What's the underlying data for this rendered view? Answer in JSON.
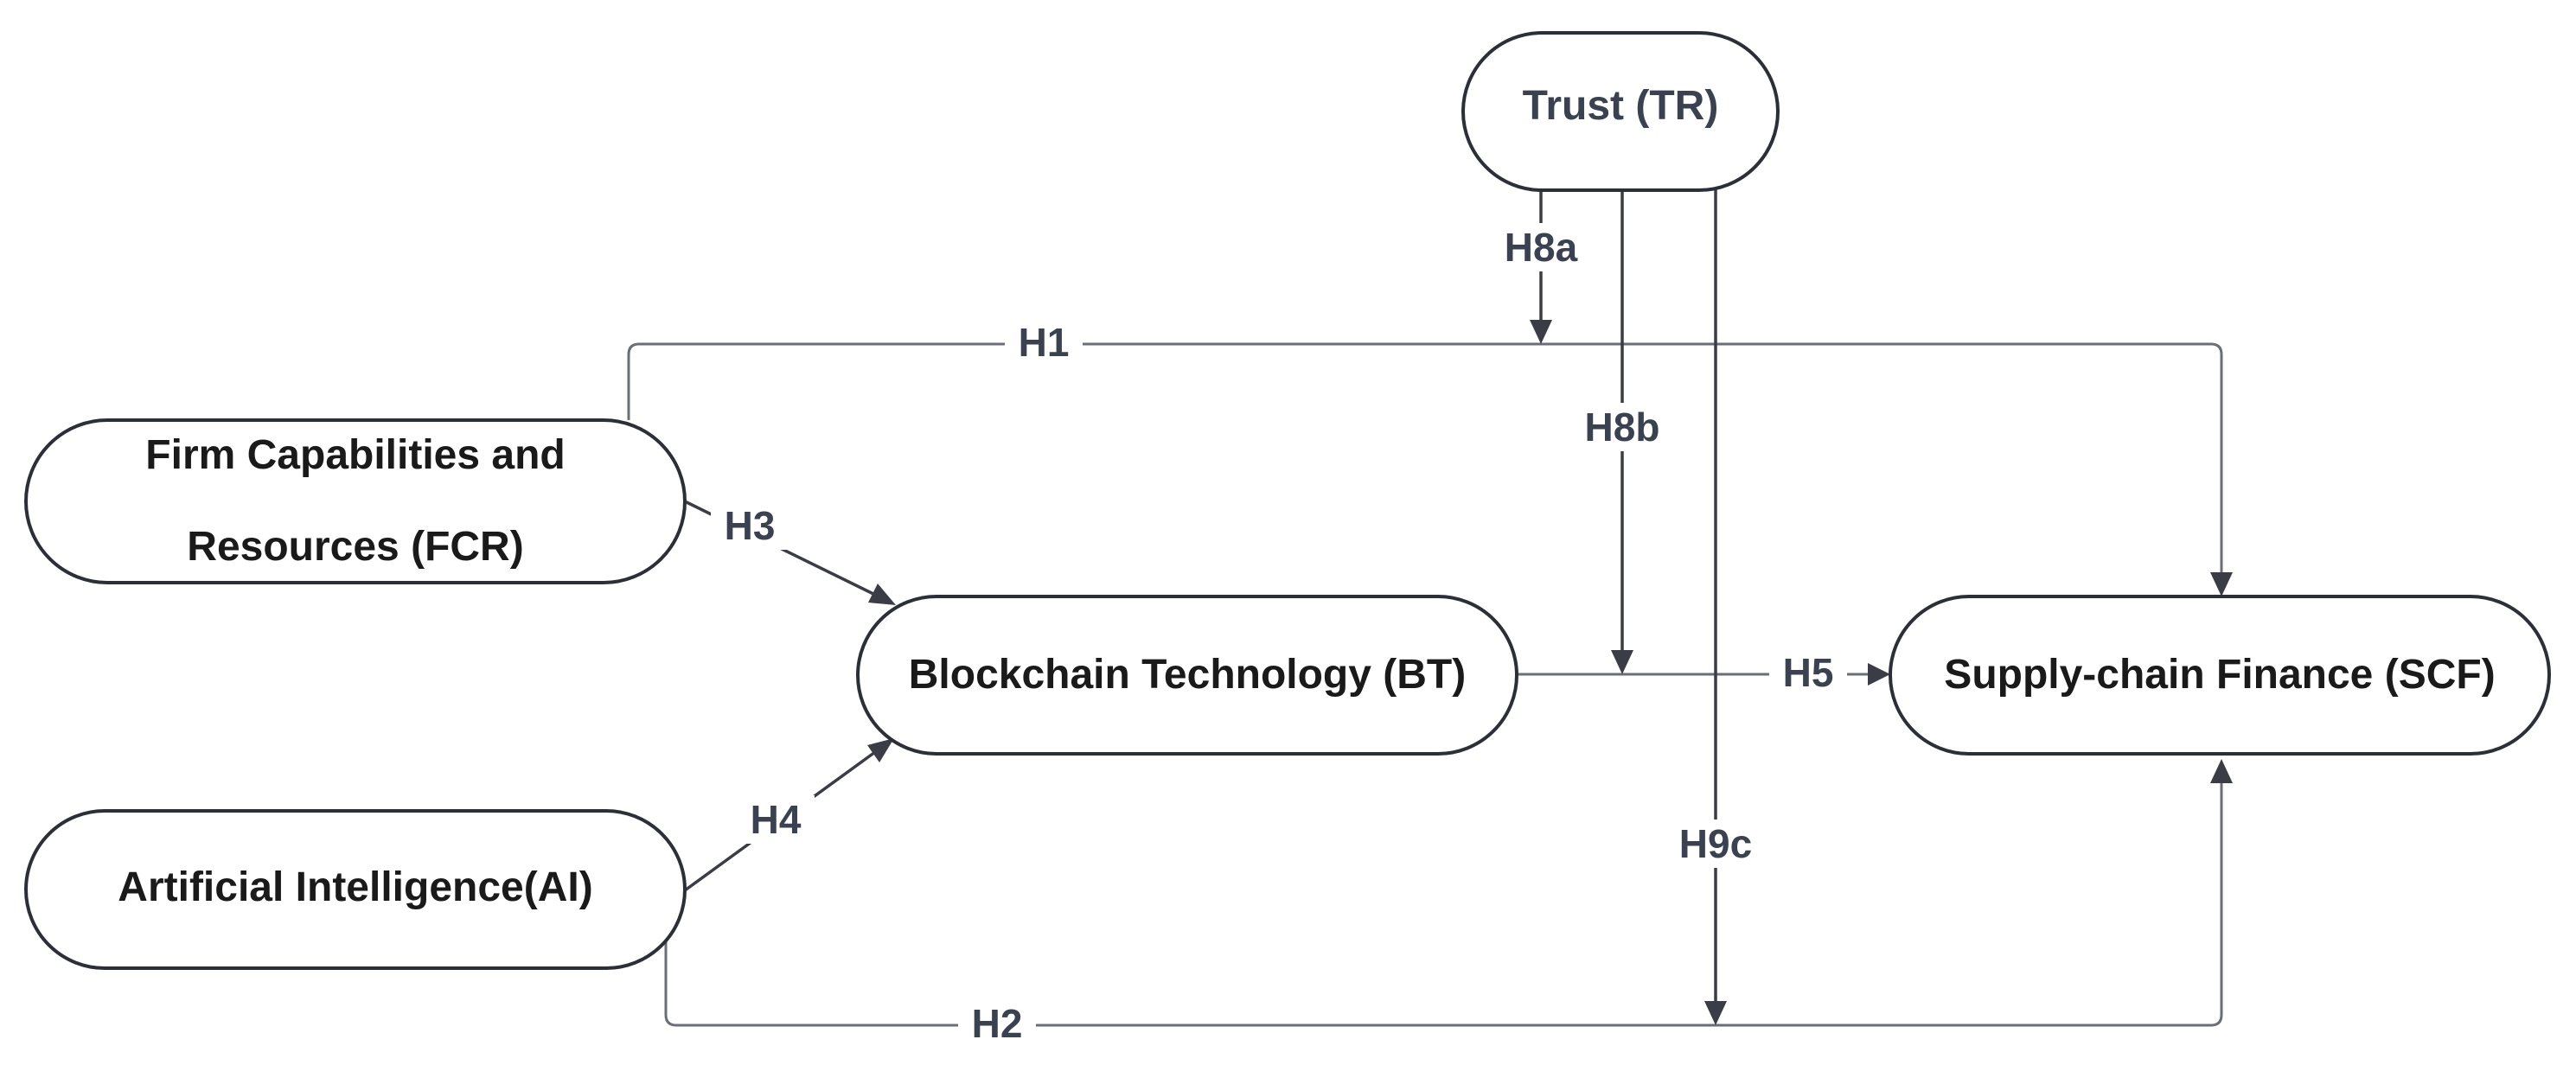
{
  "diagram": {
    "nodes": {
      "trust": {
        "label": "Trust (TR)"
      },
      "fcr": {
        "label_line1": "Firm Capabilities and",
        "label_line2": "Resources (FCR)"
      },
      "bt": {
        "label": "Blockchain Technology (BT)"
      },
      "ai": {
        "label": "Artificial Intelligence(AI)"
      },
      "scf": {
        "label": "Supply-chain Finance (SCF)"
      }
    },
    "edges": {
      "h1": "H1",
      "h2": "H2",
      "h3": "H3",
      "h4": "H4",
      "h5": "H5",
      "h8a": "H8a",
      "h8b": "H8b",
      "h9c": "H9c"
    },
    "colors": {
      "node_border": "#2b2f38",
      "edge": "#3a3d45",
      "text": "#1a1a1a"
    }
  }
}
